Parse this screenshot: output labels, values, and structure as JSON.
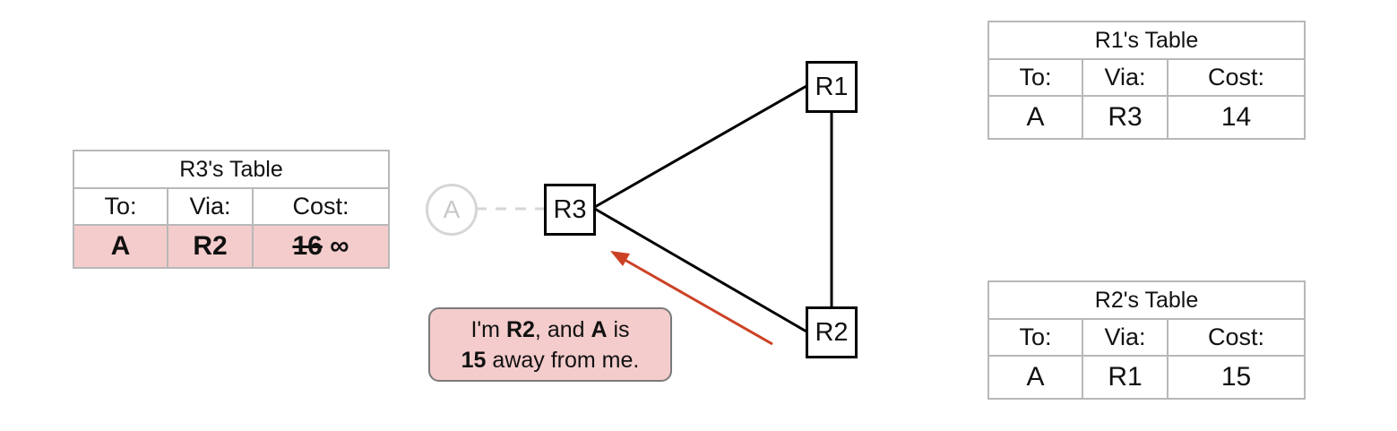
{
  "colors": {
    "highlight": "#f4cccc",
    "arrow": "#cc4125",
    "table_border": "#b8b8b8",
    "faded_host": "#d6d6d6"
  },
  "hosts": [
    {
      "id": "A",
      "label": "A",
      "state": "faded"
    }
  ],
  "routers": [
    {
      "id": "R1",
      "label": "R1"
    },
    {
      "id": "R2",
      "label": "R2"
    },
    {
      "id": "R3",
      "label": "R3"
    }
  ],
  "links": [
    {
      "from": "R3",
      "to": "R1",
      "style": "solid"
    },
    {
      "from": "R3",
      "to": "R2",
      "style": "solid"
    },
    {
      "from": "R1",
      "to": "R2",
      "style": "solid"
    },
    {
      "from": "A",
      "to": "R3",
      "style": "dashed"
    }
  ],
  "announcement": {
    "from": "R2",
    "to": "R3",
    "line1": {
      "prefix": "I'm ",
      "router": "R2",
      "middle": ", and ",
      "dest": "A",
      "suffix": " is"
    },
    "line2": {
      "cost": "15",
      "suffix": " away from me."
    }
  },
  "tables": {
    "r3": {
      "title": "R3's Table",
      "headers": {
        "to": "To:",
        "via": "Via:",
        "cost": "Cost:"
      },
      "row": {
        "to": "A",
        "via": "R2",
        "old_cost": "16",
        "cost": "∞"
      }
    },
    "r1": {
      "title": "R1's Table",
      "headers": {
        "to": "To:",
        "via": "Via:",
        "cost": "Cost:"
      },
      "row": {
        "to": "A",
        "via": "R3",
        "cost": "14"
      }
    },
    "r2": {
      "title": "R2's Table",
      "headers": {
        "to": "To:",
        "via": "Via:",
        "cost": "Cost:"
      },
      "row": {
        "to": "A",
        "via": "R1",
        "cost": "15"
      }
    }
  }
}
